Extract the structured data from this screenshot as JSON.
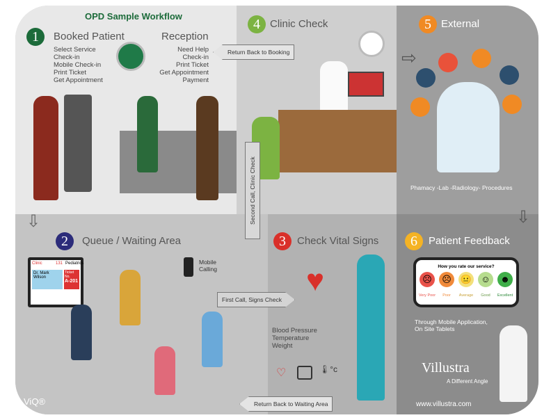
{
  "title": "OPD Sample Workflow",
  "steps": {
    "booked": {
      "number": "1",
      "title": "Booked Patient",
      "items": [
        "Select Service",
        "Check-in",
        "Mobile Check-in",
        "Print Ticket",
        "Get Appointment"
      ]
    },
    "reception": {
      "title": "Reception",
      "items": [
        "Need Help",
        "Check-in",
        "Print Ticket",
        "Get Appointment",
        "Payment"
      ]
    },
    "clinic": {
      "number": "4",
      "title": "Clinic Check"
    },
    "external": {
      "number": "5",
      "title": "External",
      "caption": "Phamacy -Lab -Radiology- Procedures"
    },
    "queue": {
      "number": "2",
      "title": "Queue / Waiting Area",
      "mobile_calling": "Mobile Calling"
    },
    "vitals": {
      "number": "3",
      "title": "Check Vital Signs",
      "items": [
        "Blood Pressure",
        "Temperature",
        "Weight"
      ]
    },
    "feedback": {
      "number": "6",
      "title": "Patient Feedback",
      "question": "How you rate our service?",
      "ratings": [
        "Very Poor",
        "Poor",
        "Average",
        "Good",
        "Excellent"
      ],
      "caption": "Through Mobile Application, On Site Tablets"
    }
  },
  "arrows": {
    "return_booking": "Return Back to Booking",
    "first_call": "First Call, Signs Check",
    "second_call": "Second Call, Clinic Check",
    "return_waiting": "Return Back to Waiting Area"
  },
  "display": {
    "clinic": "Clinic",
    "room": "131",
    "dept": "Pediatrics",
    "doctor": "Dr. Mark Wilson",
    "ticket_label": "Ticket No.",
    "ticket": "A-201"
  },
  "brand": {
    "name": "Villustra",
    "tagline": "A Different Angle",
    "url": "www.villustra.com",
    "viq": "ViQ®"
  },
  "colors": {
    "green": "#1c6b3a",
    "purple": "#2c2c7a",
    "red": "#d9302a",
    "lime": "#7cb342",
    "orange": "#f08a24",
    "yellow": "#f5b324"
  }
}
